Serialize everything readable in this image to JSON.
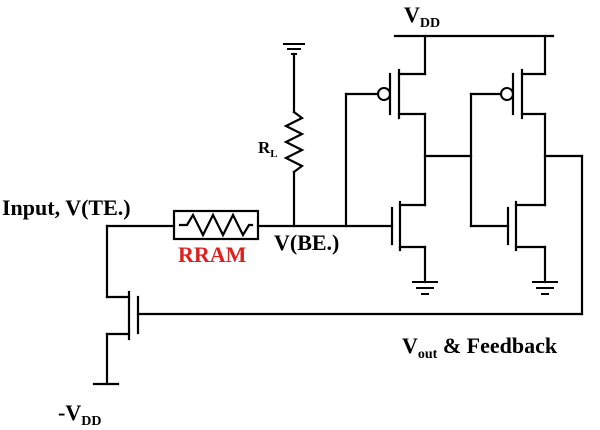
{
  "labels": {
    "vdd_top": {
      "main": "V",
      "sub": "DD"
    },
    "resistor": {
      "main": "R",
      "sub": "L"
    },
    "input": "Input, V(TE.)",
    "rram": "RRAM",
    "vbe": "V(BE.)",
    "vout": {
      "main": "V",
      "sub": "out",
      "rest": " & Feedback"
    },
    "neg_vdd": {
      "main": "-V",
      "sub": "DD"
    }
  },
  "colors": {
    "wire": "#000000",
    "rram_label": "#e02020"
  }
}
